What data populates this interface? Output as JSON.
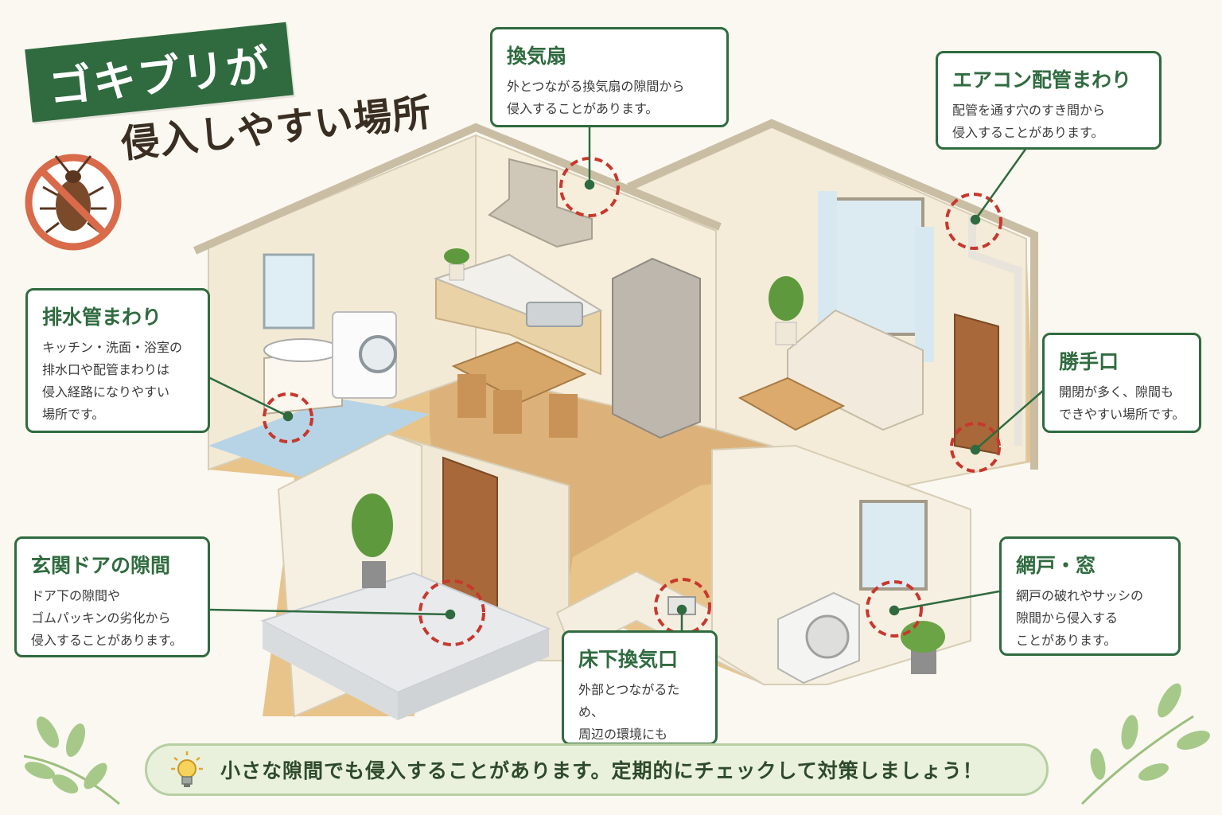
{
  "title": {
    "line1": "ゴキブリが",
    "line2": "侵入しやすい場所"
  },
  "callouts": {
    "ventilation_fan": {
      "heading": "換気扇",
      "body": "外とつながる換気扇の隙間から\n侵入することがあります。"
    },
    "aircon_piping": {
      "heading": "エアコン配管まわり",
      "body": "配管を通す穴のすき間から\n侵入することがあります。"
    },
    "drain_pipe": {
      "heading": "排水管まわり",
      "body": "キッチン・洗面・浴室の\n排水口や配管まわりは\n侵入経路になりやすい\n場所です。"
    },
    "back_door": {
      "heading": "勝手口",
      "body": "開閉が多く、隙間も\nできやすい場所です。"
    },
    "entrance_door": {
      "heading": "玄関ドアの隙間",
      "body": "ドア下の隙間や\nゴムパッキンの劣化から\n侵入することがあります。"
    },
    "screen_window": {
      "heading": "網戸・窓",
      "body": "網戸の破れやサッシの\n隙間から侵入する\nことがあります。"
    },
    "underfloor_vent": {
      "heading": "床下換気口",
      "body": "外部とつながるため、\n周辺の環境にも\n注意が必要です。"
    }
  },
  "banner": {
    "text": "小さな隙間でも侵入することがあります。定期的にチェックして対策しましょう！",
    "icon": "lightbulb-icon"
  },
  "icons": {
    "no_cockroach": "no-cockroach-icon",
    "leaves": "leaf-branch-icon"
  },
  "colors": {
    "accent_green": "#2f6b3f",
    "marker_red": "#c8372d",
    "banner_bg": "#e9f1dd",
    "floor_wood": "#dcb27a"
  }
}
